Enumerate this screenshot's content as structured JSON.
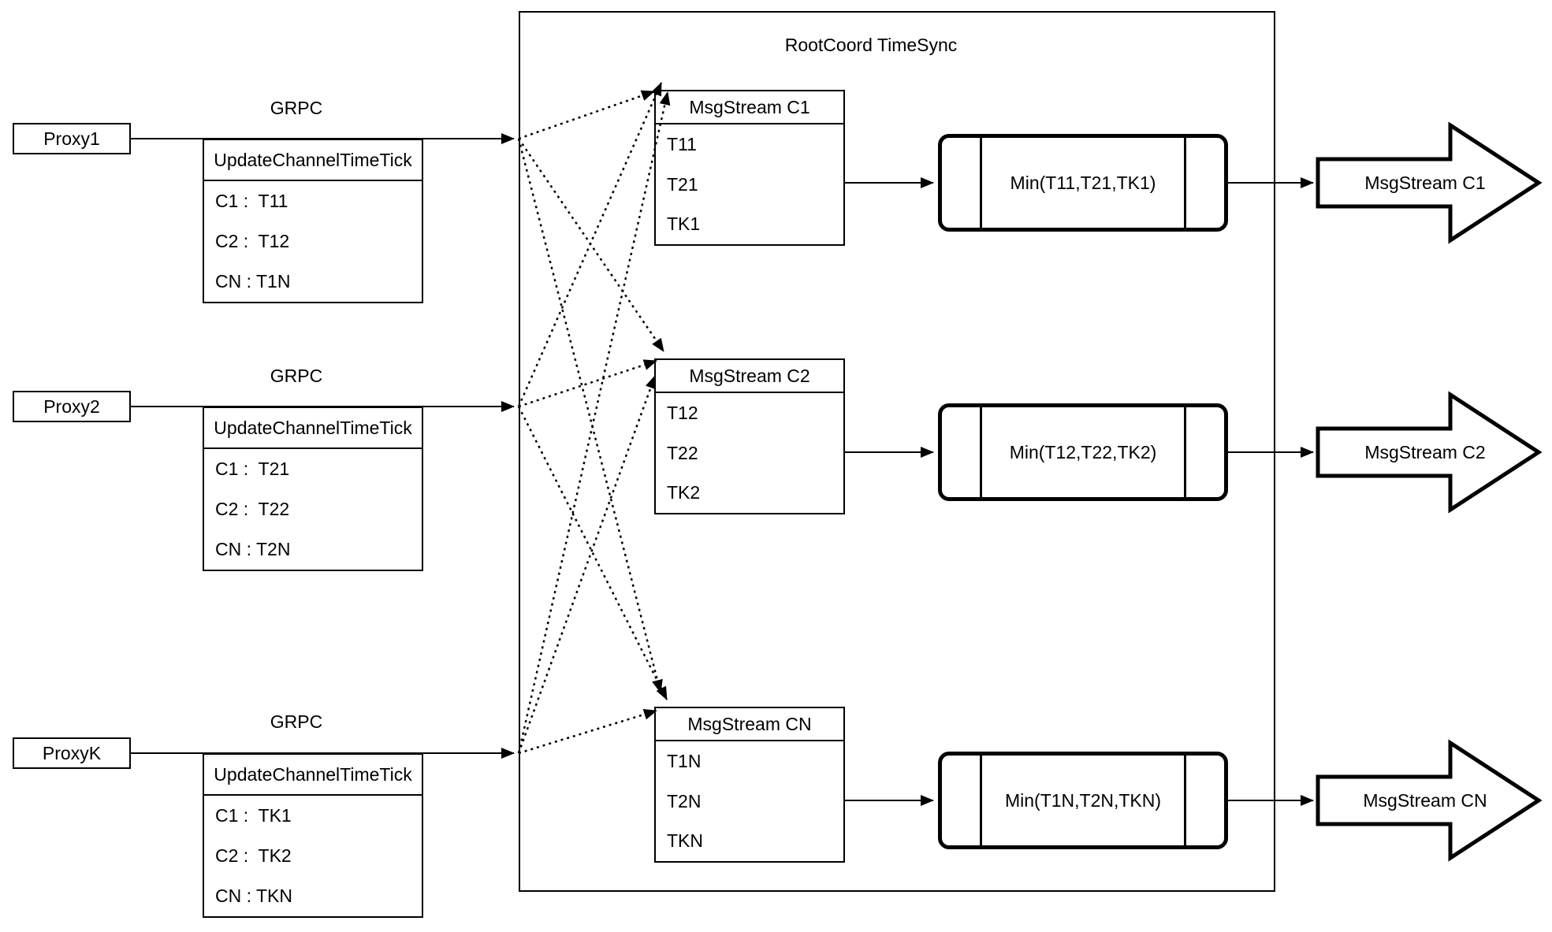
{
  "title": "RootCoord TimeSync",
  "colors": {
    "stroke": "#000000",
    "background": "#ffffff"
  },
  "rows": [
    {
      "proxy_label": "Proxy1",
      "grpc_label": "GRPC",
      "update_table": {
        "header": "UpdateChannelTimeTick",
        "entries": [
          "C1 :  T11",
          "C2 :  T12",
          "CN : T1N"
        ]
      },
      "msgstream_table": {
        "header": "MsgStream C1",
        "entries": [
          "T11",
          "T21",
          "TK1"
        ]
      },
      "min_label": "Min(T11,T21,TK1)",
      "output_arrow_label": "MsgStream C1"
    },
    {
      "proxy_label": "Proxy2",
      "grpc_label": "GRPC",
      "update_table": {
        "header": "UpdateChannelTimeTick",
        "entries": [
          "C1 :  T21",
          "C2 :  T22",
          "CN : T2N"
        ]
      },
      "msgstream_table": {
        "header": "MsgStream C2",
        "entries": [
          "T12",
          "T22",
          "TK2"
        ]
      },
      "min_label": "Min(T12,T22,TK2)",
      "output_arrow_label": "MsgStream C2"
    },
    {
      "proxy_label": "ProxyK",
      "grpc_label": "GRPC",
      "update_table": {
        "header": "UpdateChannelTimeTick",
        "entries": [
          "C1 :  TK1",
          "C2 :  TK2",
          "CN : TKN"
        ]
      },
      "msgstream_table": {
        "header": "MsgStream CN",
        "entries": [
          "T1N",
          "T2N",
          "TKN"
        ]
      },
      "min_label": "Min(T1N,T2N,TKN)",
      "output_arrow_label": "MsgStream CN"
    }
  ]
}
